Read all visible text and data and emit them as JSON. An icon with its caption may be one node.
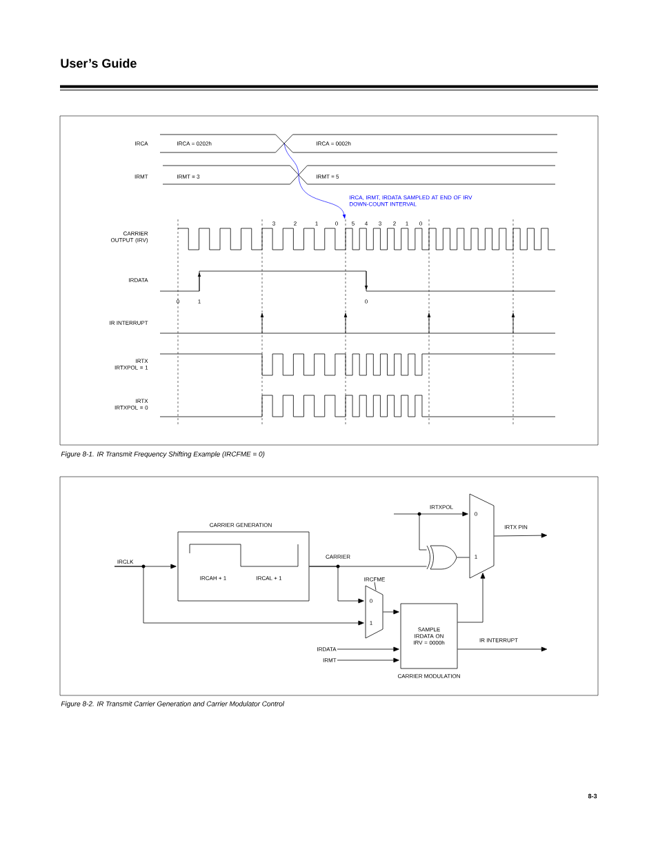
{
  "diagram": {
    "title": "User’s Guide",
    "nodes": [
      {
        "text": [
          "IRCLK"
        ]
      },
      {
        "text": [
          "CARRIER GENERATION",
          "IRCAH + 1",
          "IRCAL + 1"
        ]
      },
      {
        "text": [
          "IRCFME"
        ]
      },
      {
        "text": [
          "0",
          "1"
        ]
      },
      {
        "text": [
          "SAMPLE IRDATA ON IRV = 0000h",
          "CARRIER MODULATION"
        ]
      },
      {
        "text": [
          "IRDATA"
        ]
      },
      {
        "text": [
          "IRMT"
        ]
      },
      {
        "text": [],
        "shape": "gate"
      },
      {
        "text": [
          "0",
          "1"
        ]
      }
    ],
    "edges": [
      {
        "from": 0,
        "to": 1,
        "arrow": "to"
      },
      {
        "from": 0,
        "to": 3,
        "arrow": "to"
      },
      {
        "from": 1,
        "to": 7,
        "arrow": "none",
        "label": "CARRIER"
      },
      {
        "from": 1,
        "to": 3,
        "arrow": "to"
      },
      {
        "from": 2,
        "to": 3,
        "arrow": "none"
      },
      {
        "from": 3,
        "to": 4,
        "arrow": "to"
      },
      {
        "from": 5,
        "to": 4,
        "arrow": "to"
      },
      {
        "from": 6,
        "to": 4,
        "arrow": "to"
      },
      {
        "from": null,
        "to": 8,
        "arrow": "to",
        "label": "IRTXPOL"
      },
      {
        "from": null,
        "to": 7,
        "arrow": "none"
      },
      {
        "from": 7,
        "to": 8,
        "arrow": "none"
      },
      {
        "from": 4,
        "to": 8,
        "arrow": "to"
      },
      {
        "from": 8,
        "to": null,
        "arrow": "to",
        "label": "IRTX PIN"
      },
      {
        "from": 4,
        "to": null,
        "arrow": "to",
        "label": "IR INTERRUPT"
      }
    ],
    "labels": [
      "IRCA",
      "IRCA = 0202h",
      "IRCA = 0002h",
      "IRMT",
      "IRMT = 3",
      "IRMT = 5",
      "IRCA, IRMT, IRDATA SAMPLED AT END OF IRV DOWN-COUNT INTERVAL",
      "3",
      "2",
      "1",
      "0",
      "5",
      "4",
      "3",
      "2",
      "1",
      "0",
      "CARRIER OUTPUT (IRV)",
      "IRDATA",
      "0",
      "1",
      "0",
      "IR INTERRUPT",
      "IRTX IRTXPOL = 1",
      "IRTX IRTXPOL = 0",
      "Figure 8-1. IR Transmit Frequency Shifting Example (IRCFME = 0)",
      "Figure 8-2. IR Transmit Carrier Generation and Carrier Modulator Control",
      "8-3"
    ]
  }
}
